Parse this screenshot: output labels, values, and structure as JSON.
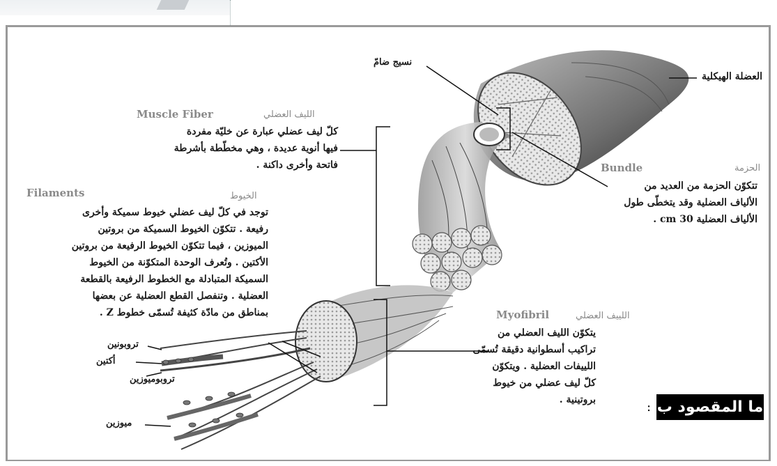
{
  "labels": {
    "connective_tissue": "نسيج ضامّ",
    "skeletal_muscle": "العضلة الهيكلية",
    "bundle_en": "Bundle",
    "bundle_ar": "الحزمة",
    "bundle_desc": [
      "تتكوّن الحزمة من العديد من",
      "الألياف العضلية وقد يتخطّى طول",
      "الألياف العضلية 30 cm ."
    ],
    "fiber_en": "Muscle Fiber",
    "fiber_ar": "الليف العضلي",
    "fiber_desc": [
      "كلّ ليف عضلي عبارة عن خليّة مفردة",
      "فيها أنوية عديدة ، وهي مخطّطة بأشرطة",
      "فاتحة وأخرى داكنة ."
    ],
    "filaments_en": "Filaments",
    "filaments_ar": "الخيوط",
    "filaments_desc": [
      "توجد في كلّ ليف عضلي خيوط سميكة وأخرى",
      "رفيعة . تتكوّن الخيوط السميكة من بروتين",
      "الميوزين ، فيما تتكوّن الخيوط الرفيعة من بروتين",
      "الأكتين . وتُعرف الوحدة المتكوّنة من الخيوط",
      "السميكة المتبادلة مع الخطوط الرفيعة بالقطعة",
      "العضلية . وتنفصل القطع العضلية عن بعضها",
      "بمناطق من مادّة كثيفة تُسمّى خطوط Z ."
    ],
    "myofibril_en": "Myofibril",
    "myofibril_ar": "اللييف العضلي",
    "myofibril_desc": [
      "يتكوّن الليف العضلي من",
      "تراكيب أسطوانية دقيقة تُسمّى",
      "اللييفات العضلية . ويتكوّن",
      "كلّ ليف عضلي من خيوط",
      "بروتينية ."
    ],
    "troponin": "تروبونين",
    "actin": "أكتين",
    "tropomyosin": "تروبوميوزين",
    "myosin": "ميوزين"
  },
  "question": "ما المقصود ب",
  "question_colon": ":"
}
